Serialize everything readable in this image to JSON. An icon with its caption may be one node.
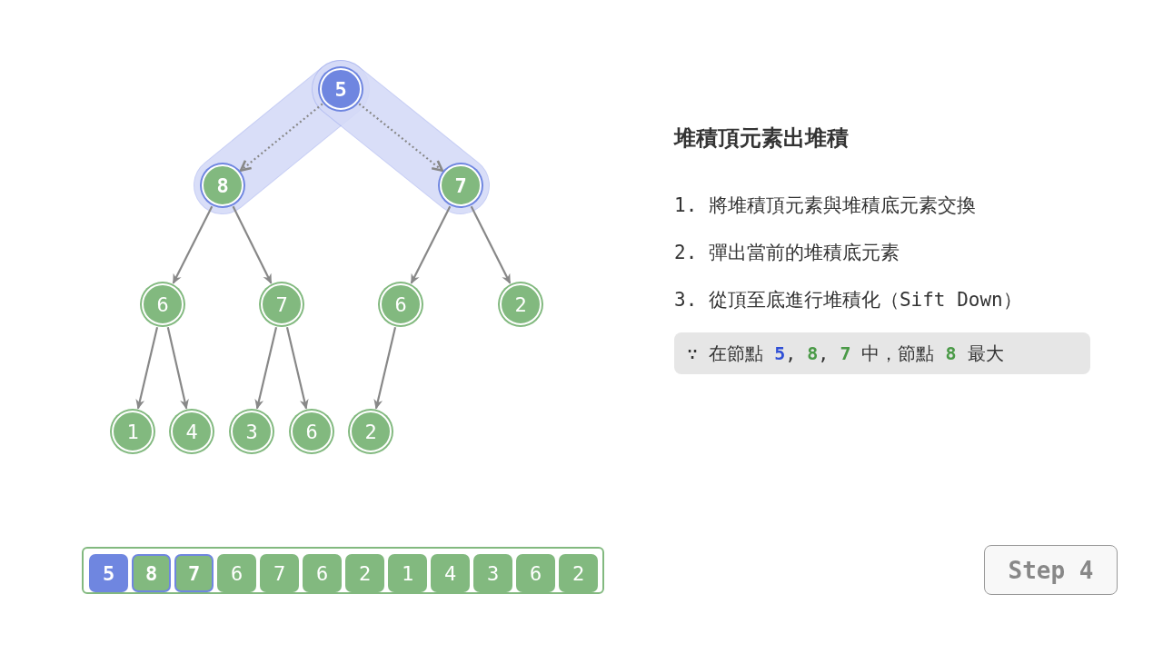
{
  "diagram": {
    "title": "堆積頂元素出堆積",
    "nodes": [
      {
        "text": [
          "5"
        ]
      },
      {
        "text": [
          "8"
        ]
      },
      {
        "text": [
          "7"
        ]
      },
      {
        "text": [
          "6"
        ]
      },
      {
        "text": [
          "7"
        ]
      },
      {
        "text": [
          "6"
        ]
      },
      {
        "text": [
          "2"
        ]
      },
      {
        "text": [
          "1"
        ]
      },
      {
        "text": [
          "4"
        ]
      },
      {
        "text": [
          "3"
        ]
      },
      {
        "text": [
          "6"
        ]
      },
      {
        "text": [
          "2"
        ]
      },
      {
        "text": [],
        "shape": "box"
      },
      {
        "text": [
          "5"
        ],
        "in": 12
      },
      {
        "text": [
          "8"
        ],
        "in": 12
      },
      {
        "text": [
          "7"
        ],
        "in": 12
      },
      {
        "text": [
          "6"
        ],
        "in": 12
      },
      {
        "text": [
          "7"
        ],
        "in": 12
      },
      {
        "text": [
          "6"
        ],
        "in": 12
      },
      {
        "text": [
          "2"
        ],
        "in": 12
      },
      {
        "text": [
          "1"
        ],
        "in": 12
      },
      {
        "text": [
          "4"
        ],
        "in": 12
      },
      {
        "text": [
          "3"
        ],
        "in": 12
      },
      {
        "text": [
          "6"
        ],
        "in": 12
      },
      {
        "text": [
          "2"
        ],
        "in": 12
      },
      {
        "text": [
          "∵ 在節點 **5**, **8**, **7** 中，節點 **8** 最大"
        ]
      },
      {
        "text": [
          "Step 4"
        ]
      }
    ],
    "edges": [
      {
        "from": 0,
        "to": 1,
        "arrow": "to",
        "style": "dashed"
      },
      {
        "from": 0,
        "to": 2,
        "arrow": "to",
        "style": "dashed"
      },
      {
        "from": 1,
        "to": 3,
        "arrow": "to"
      },
      {
        "from": 1,
        "to": 4,
        "arrow": "to"
      },
      {
        "from": 2,
        "to": 5,
        "arrow": "to"
      },
      {
        "from": 2,
        "to": 6,
        "arrow": "to"
      },
      {
        "from": 3,
        "to": 7,
        "arrow": "to"
      },
      {
        "from": 3,
        "to": 8,
        "arrow": "to"
      },
      {
        "from": 4,
        "to": 9,
        "arrow": "to"
      },
      {
        "from": 4,
        "to": 10,
        "arrow": "to"
      },
      {
        "from": 5,
        "to": 11,
        "arrow": "to"
      }
    ],
    "labels": [
      "1. 將堆積頂元素與堆積底元素交換",
      "2. 彈出當前的堆積底元素",
      "3. 從頂至底進行堆積化（Sift Down）"
    ]
  }
}
